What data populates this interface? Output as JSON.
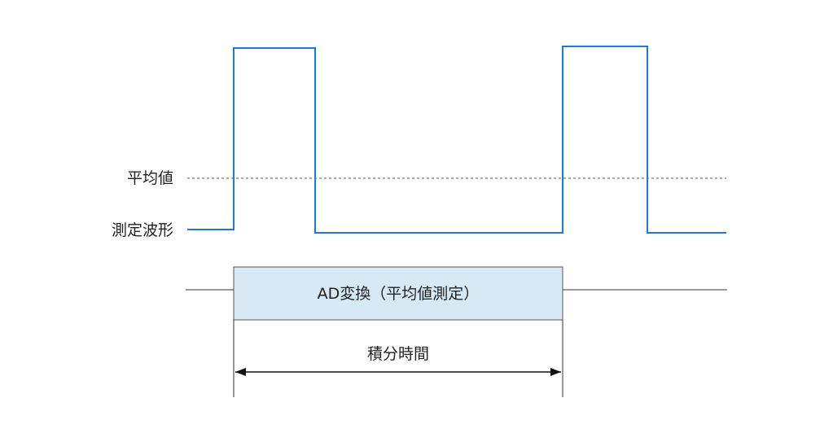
{
  "labels": {
    "average": "平均値",
    "measured_waveform": "測定波形",
    "ad_conversion": "AD変換（平均値測定）",
    "integration_time": "積分時間"
  },
  "colors": {
    "waveform": "#1f7ad1",
    "average_line": "#555555",
    "box_fill": "#d6e9f5",
    "box_stroke": "#555555",
    "timeline": "#333333",
    "arrow": "#111111"
  }
}
